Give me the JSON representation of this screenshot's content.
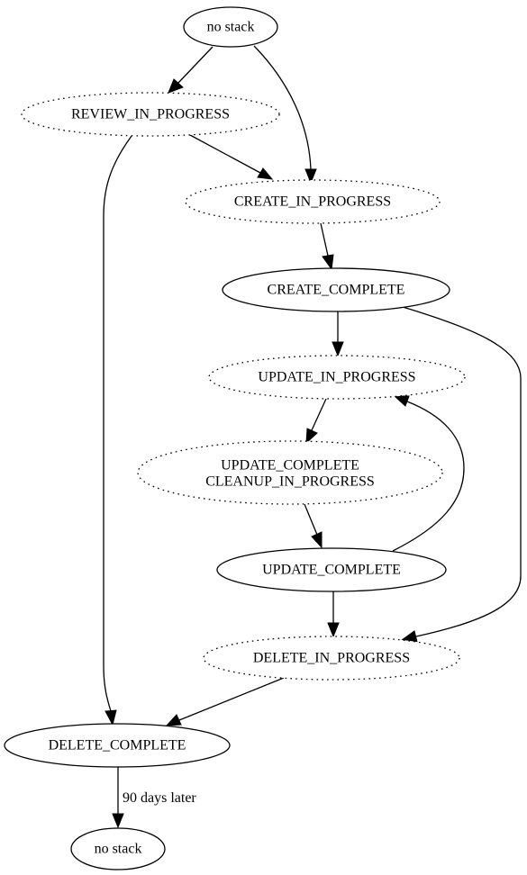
{
  "nodes": [
    {
      "id": "start",
      "label": "no stack",
      "style": "solid"
    },
    {
      "id": "review",
      "label": "REVIEW_IN_PROGRESS",
      "style": "dotted"
    },
    {
      "id": "create_ip",
      "label": "CREATE_IN_PROGRESS",
      "style": "dotted"
    },
    {
      "id": "create_c",
      "label": "CREATE_COMPLETE",
      "style": "solid"
    },
    {
      "id": "update_ip",
      "label": "UPDATE_IN_PROGRESS",
      "style": "dotted"
    },
    {
      "id": "update_cleanup",
      "label": "UPDATE_COMPLETE",
      "label2": "CLEANUP_IN_PROGRESS",
      "style": "dotted"
    },
    {
      "id": "update_c",
      "label": "UPDATE_COMPLETE",
      "style": "solid"
    },
    {
      "id": "delete_ip",
      "label": "DELETE_IN_PROGRESS",
      "style": "dotted"
    },
    {
      "id": "delete_c",
      "label": "DELETE_COMPLETE",
      "style": "solid"
    },
    {
      "id": "end",
      "label": "no stack",
      "style": "solid"
    }
  ],
  "edges": [
    {
      "from": "start",
      "to": "review"
    },
    {
      "from": "start",
      "to": "create_ip"
    },
    {
      "from": "review",
      "to": "create_ip"
    },
    {
      "from": "review",
      "to": "delete_c"
    },
    {
      "from": "create_ip",
      "to": "create_c"
    },
    {
      "from": "create_c",
      "to": "update_ip"
    },
    {
      "from": "create_c",
      "to": "delete_ip"
    },
    {
      "from": "update_ip",
      "to": "update_cleanup"
    },
    {
      "from": "update_cleanup",
      "to": "update_c"
    },
    {
      "from": "update_c",
      "to": "update_ip"
    },
    {
      "from": "update_c",
      "to": "delete_ip"
    },
    {
      "from": "delete_ip",
      "to": "delete_c"
    },
    {
      "from": "delete_c",
      "to": "end",
      "label": "90 days later"
    }
  ]
}
